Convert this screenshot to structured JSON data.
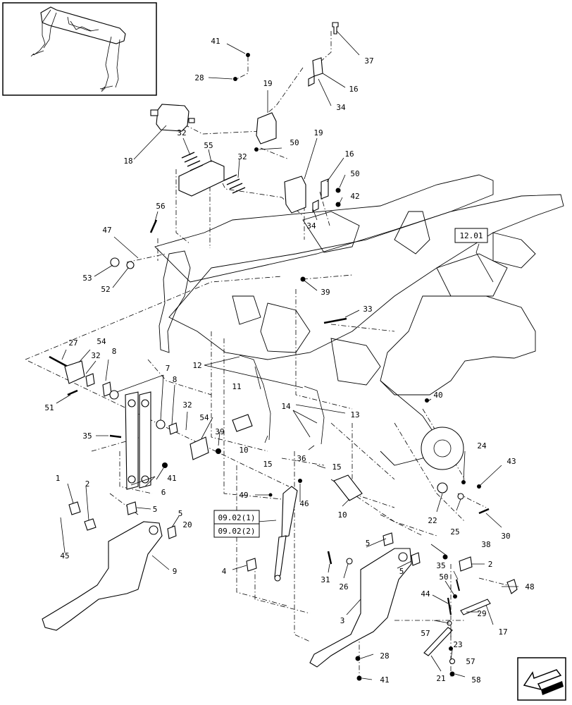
{
  "labels": [
    {
      "text": "41"
    },
    {
      "text": "28"
    },
    {
      "text": "37"
    },
    {
      "text": "16"
    },
    {
      "text": "34"
    },
    {
      "text": "19"
    },
    {
      "text": "18"
    },
    {
      "text": "32"
    },
    {
      "text": "55"
    },
    {
      "text": "32"
    },
    {
      "text": "50"
    },
    {
      "text": "19"
    },
    {
      "text": "16"
    },
    {
      "text": "50"
    },
    {
      "text": "42"
    },
    {
      "text": "34"
    },
    {
      "text": "56"
    },
    {
      "text": "47"
    },
    {
      "text": "53"
    },
    {
      "text": "52"
    },
    {
      "text": "39"
    },
    {
      "text": "33"
    },
    {
      "text": "27"
    },
    {
      "text": "54"
    },
    {
      "text": "32"
    },
    {
      "text": "8"
    },
    {
      "text": "51"
    },
    {
      "text": "7"
    },
    {
      "text": "8"
    },
    {
      "text": "32"
    },
    {
      "text": "54"
    },
    {
      "text": "39"
    },
    {
      "text": "35"
    },
    {
      "text": "10"
    },
    {
      "text": "12"
    },
    {
      "text": "11"
    },
    {
      "text": "14"
    },
    {
      "text": "13"
    },
    {
      "text": "40"
    },
    {
      "text": "41"
    },
    {
      "text": "6"
    },
    {
      "text": "15"
    },
    {
      "text": "36"
    },
    {
      "text": "15"
    },
    {
      "text": "24"
    },
    {
      "text": "43"
    },
    {
      "text": "1"
    },
    {
      "text": "2"
    },
    {
      "text": "49"
    },
    {
      "text": "46"
    },
    {
      "text": "10"
    },
    {
      "text": "5"
    },
    {
      "text": "5"
    },
    {
      "text": "20"
    },
    {
      "text": "22"
    },
    {
      "text": "25"
    },
    {
      "text": "30"
    },
    {
      "text": "45"
    },
    {
      "text": "9"
    },
    {
      "text": "38"
    },
    {
      "text": "5"
    },
    {
      "text": "2"
    },
    {
      "text": "4"
    },
    {
      "text": "31"
    },
    {
      "text": "26"
    },
    {
      "text": "5"
    },
    {
      "text": "35"
    },
    {
      "text": "50"
    },
    {
      "text": "48"
    },
    {
      "text": "44"
    },
    {
      "text": "29"
    },
    {
      "text": "17"
    },
    {
      "text": "3"
    },
    {
      "text": "57"
    },
    {
      "text": "23"
    },
    {
      "text": "57"
    },
    {
      "text": "28"
    },
    {
      "text": "21"
    },
    {
      "text": "41"
    },
    {
      "text": "58"
    }
  ],
  "references": [
    {
      "text": "12.01"
    },
    {
      "text": "09.02(1)"
    },
    {
      "text": "09.02(2)"
    }
  ],
  "nav": {
    "icon": "arrow-icon"
  }
}
